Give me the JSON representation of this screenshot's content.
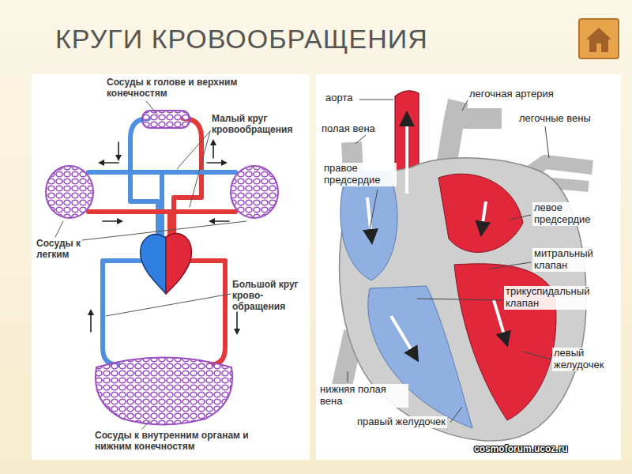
{
  "diagram": {
    "title": "КРУГИ КРОВООБРАЩЕНИЯ",
    "labels": [
      "Сосуды к голове и верхним конечностям",
      "Малый круг кровообращения",
      "Сосуды к легким",
      "Большой круг крово- обращения",
      "Сосуды к внутренним органам и нижним конечностям",
      "аорта",
      "легочная артерия",
      "полая вена",
      "легочные вены",
      "правое предсердие",
      "левое предсердие",
      "митральный клапан",
      "трикуспидальный клапан",
      "левый желудочек",
      "нижняя полая вена",
      "правый желудочек",
      "cosmoforum.ucoz.ru"
    ]
  }
}
